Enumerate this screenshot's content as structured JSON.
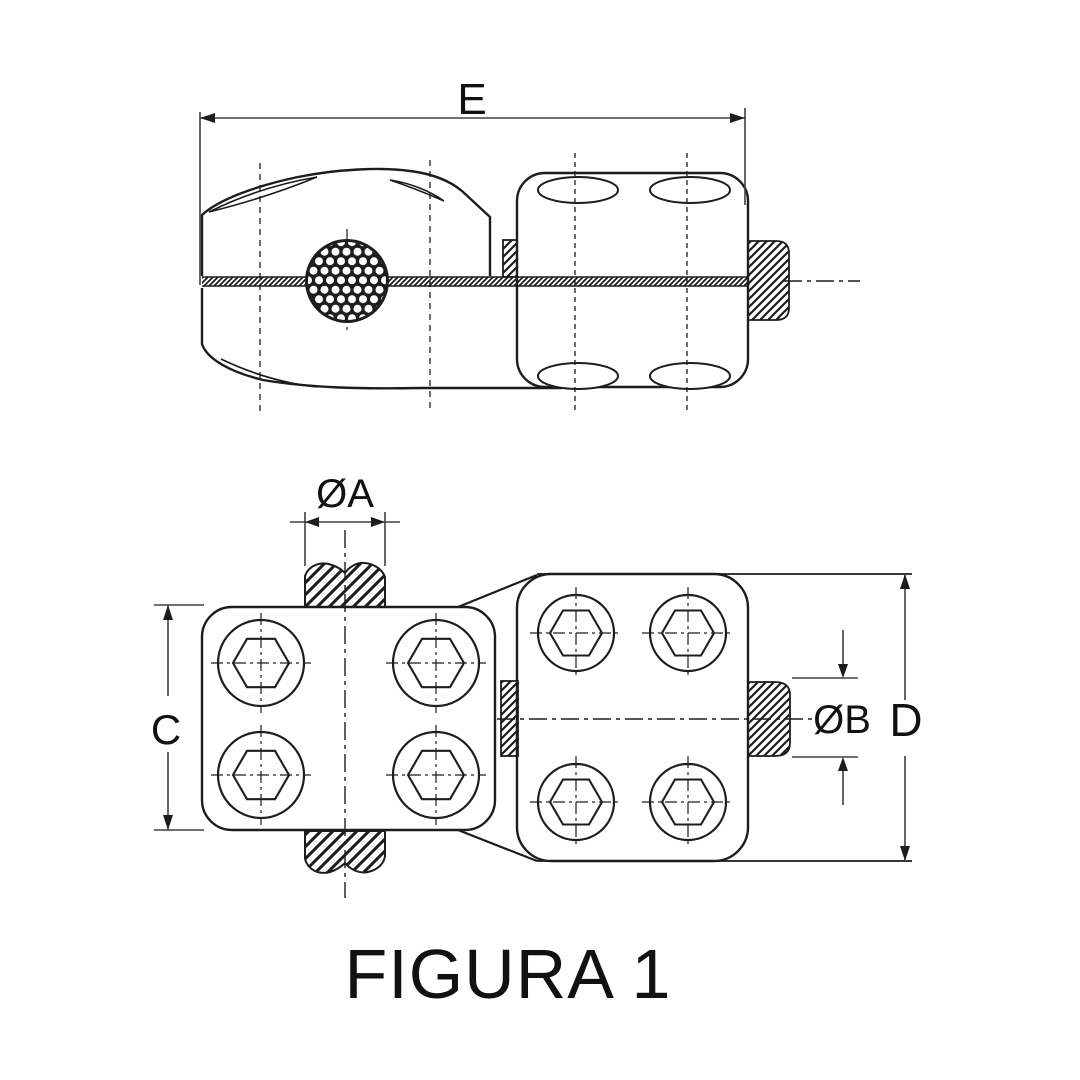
{
  "caption": "FIGURA 1",
  "colors": {
    "line": "#1d1d1d",
    "dimension_line": "#404040",
    "background": "#ffffff"
  },
  "dimension_labels": {
    "overall_length": "E",
    "main_conductor_diameter": "ØA",
    "tap_conductor_diameter": "ØB",
    "clamp_body_height": "C",
    "overall_height": "D"
  }
}
